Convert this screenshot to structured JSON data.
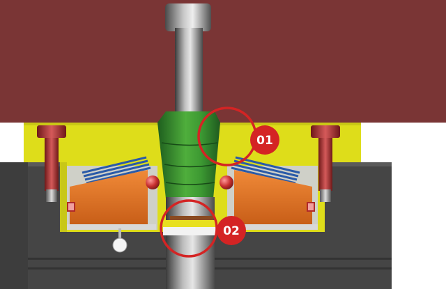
{
  "callouts": [
    {
      "id": "01",
      "label": "01"
    },
    {
      "id": "02",
      "label": "02"
    }
  ],
  "colors": {
    "upper_block": "#7a3535",
    "housing": "#dedd1a",
    "base_block": "#454545",
    "wedge": "#e07528",
    "shaft_green": "#3a9a38",
    "callout_red": "#d42424",
    "spring_blue": "#2a5aa8",
    "bolt_red": "#a83030"
  }
}
